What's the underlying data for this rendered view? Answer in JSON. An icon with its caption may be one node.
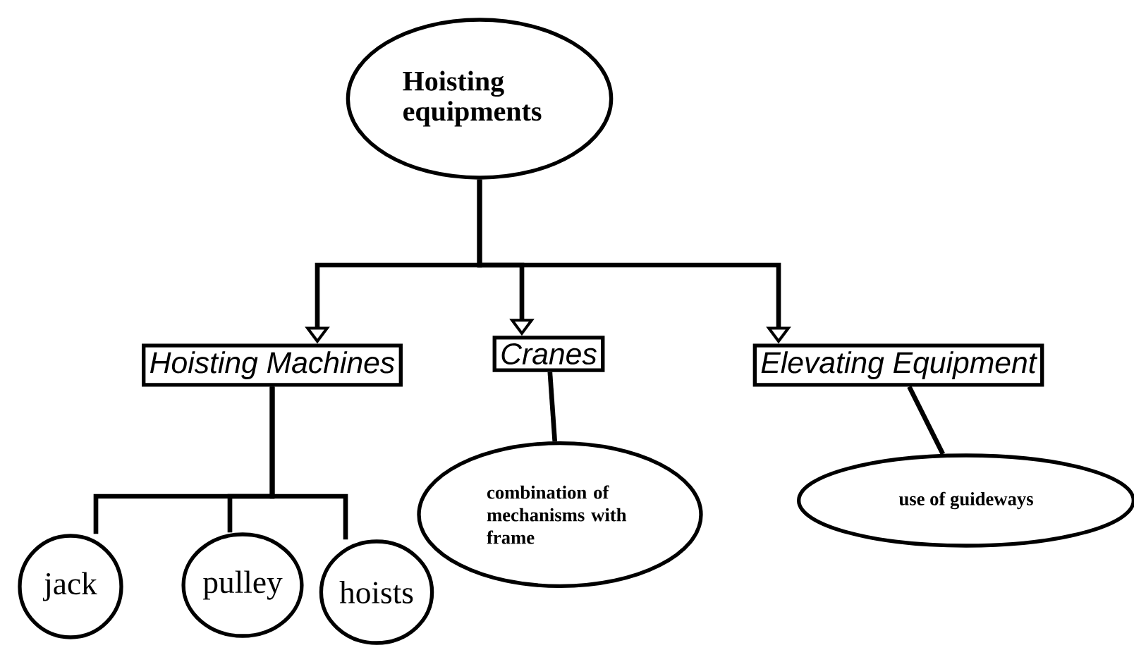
{
  "diagram": {
    "nodes": [
      {
        "text": [
          "Hoisting equipments"
        ]
      },
      {
        "text": [
          "Hoisting Machines"
        ]
      },
      {
        "text": [
          "Cranes"
        ]
      },
      {
        "text": [
          "Elevating Equipment"
        ]
      },
      {
        "text": [
          "combination of mechanisms with frame"
        ]
      },
      {
        "text": [
          "use of guideways"
        ]
      },
      {
        "text": [
          "jack"
        ]
      },
      {
        "text": [
          "pulley"
        ]
      },
      {
        "text": [
          "hoists"
        ]
      }
    ],
    "edges": [
      {
        "from": 0,
        "to": 1,
        "arrow": "to"
      },
      {
        "from": 0,
        "to": 2,
        "arrow": "to"
      },
      {
        "from": 0,
        "to": 3,
        "arrow": "to"
      },
      {
        "from": 1,
        "to": 6,
        "arrow": "none"
      },
      {
        "from": 1,
        "to": 7,
        "arrow": "none"
      },
      {
        "from": 1,
        "to": 8,
        "arrow": "none"
      },
      {
        "from": 2,
        "to": 4,
        "arrow": "none"
      },
      {
        "from": 3,
        "to": 5,
        "arrow": "none"
      }
    ]
  }
}
